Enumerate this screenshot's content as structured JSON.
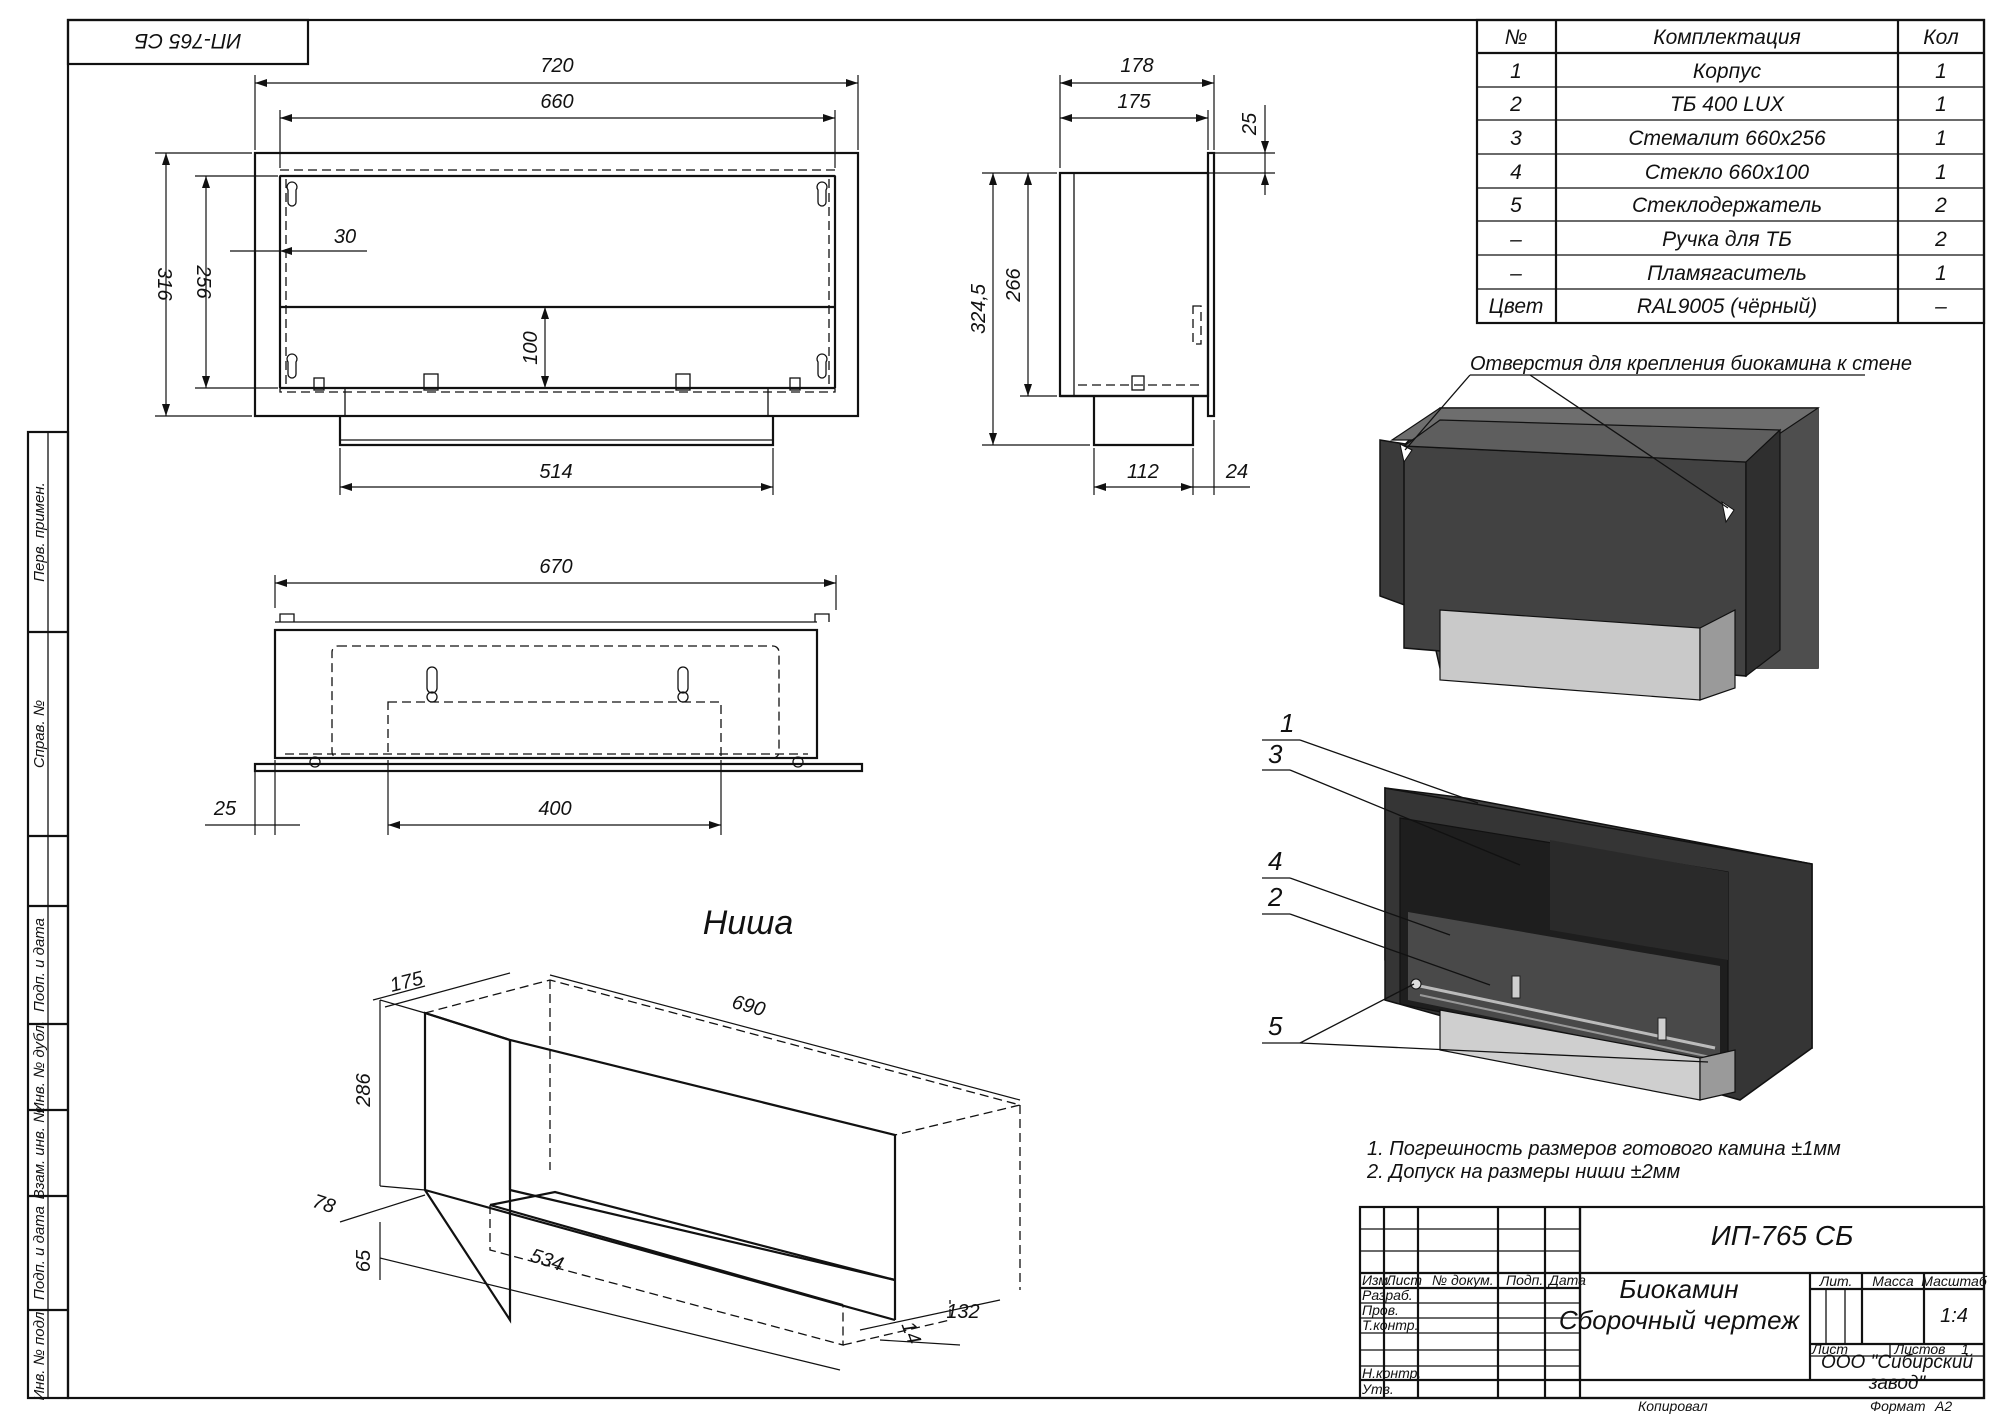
{
  "stamp_top": "ИП-765 СБ",
  "spec_table": {
    "headers": [
      "№",
      "Комплектация",
      "Кол"
    ],
    "rows": [
      [
        "1",
        "Корпус",
        "1"
      ],
      [
        "2",
        "ТБ 400 LUX",
        "1"
      ],
      [
        "3",
        "Стемалит 660x256",
        "1"
      ],
      [
        "4",
        "Стекло 660x100",
        "1"
      ],
      [
        "5",
        "Стеклодержатель",
        "2"
      ],
      [
        "–",
        "Ручка для ТБ",
        "2"
      ],
      [
        "–",
        "Пламягаситель",
        "1"
      ],
      [
        "Цвет",
        "RAL9005 (чёрный)",
        "–"
      ]
    ]
  },
  "front_view": {
    "d720": "720",
    "d660": "660",
    "d316": "316",
    "d256": "256",
    "d30": "30",
    "d100": "100",
    "d514": "514"
  },
  "side_view": {
    "d178": "178",
    "d175": "175",
    "d25": "25",
    "d324": "324,5",
    "d266": "266",
    "d112": "112",
    "d24": "24"
  },
  "top_view": {
    "d670": "670",
    "d25": "25",
    "d400": "400"
  },
  "niche": {
    "title": "Ниша",
    "d175": "175",
    "d690": "690",
    "d286": "286",
    "d78": "78",
    "d65": "65",
    "d534": "534",
    "d132": "132",
    "d14": "14"
  },
  "mounting_note": "Отверстия для крепления биокамина к стене",
  "callouts": [
    "1",
    "3",
    "4",
    "2",
    "5"
  ],
  "notes": [
    "1. Погрешность размеров готового камина ±1мм",
    "2. Допуск на размеры ниши ±2мм"
  ],
  "side_strip": [
    "Перв. примен.",
    "Справ. №",
    "Подп. и дата",
    "Инв. № дубл.",
    "Взам. инв. №",
    "Подп. и дата",
    "Инв. № подл."
  ],
  "title_block": {
    "code": "ИП-765 СБ",
    "name_line1": "Биокамин",
    "name_line2": "Сборочный чертеж",
    "col_izm": "Изм.",
    "col_list": "Лист",
    "col_doc": "№ докум.",
    "col_podp": "Подп.",
    "col_data": "Дата",
    "row_razrab": "Разраб.",
    "row_prov": "Пров.",
    "row_tkontr": "Т.контр.",
    "row_nkontr": "Н.контр.",
    "row_utv": "Утв.",
    "lit": "Лит.",
    "massa": "Масса",
    "masshtab": "Масштаб",
    "scale": "1:4",
    "list": "Лист",
    "listov": "Листов",
    "listov_n": "1",
    "company_line1": "ООО \"Сибирский",
    "company_line2": "завод\"",
    "kopiroval": "Копировал",
    "format": "Формат",
    "format_val": "А2"
  }
}
